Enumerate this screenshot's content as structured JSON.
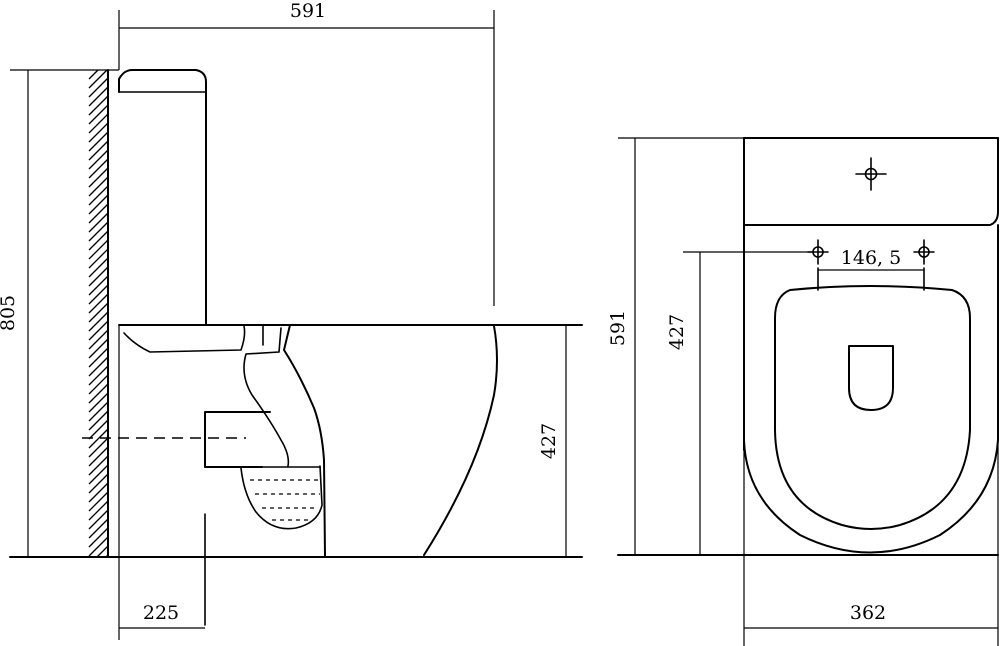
{
  "side_view": {
    "dim_width": "591",
    "dim_height": "805",
    "dim_seat_height": "427",
    "dim_outlet": "225"
  },
  "top_view": {
    "dim_depth": "591",
    "dim_seat_height": "427",
    "dim_fixing_holes": "146, 5",
    "dim_width": "362"
  }
}
